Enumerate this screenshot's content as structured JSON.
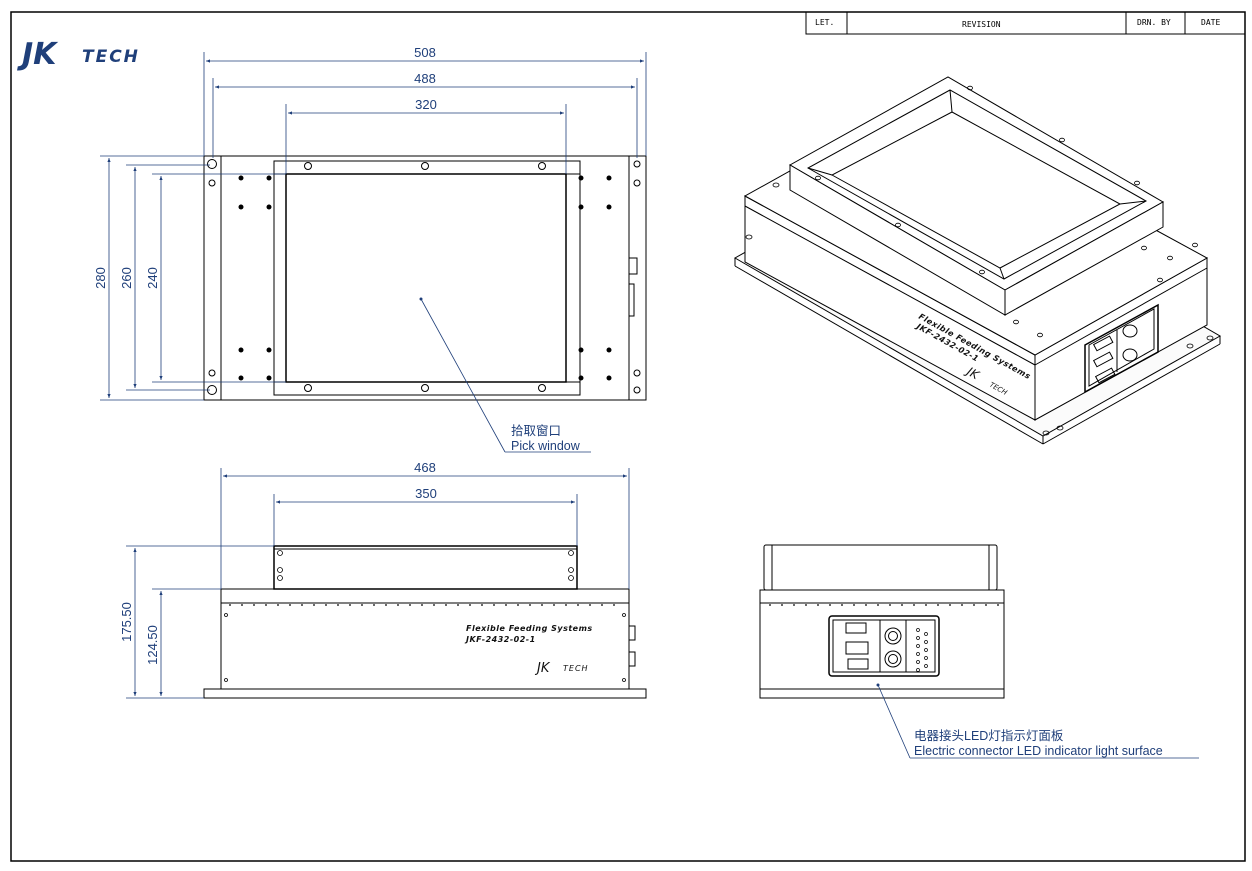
{
  "title_block": {
    "let_label": "LET.",
    "revision_label": "REVISION",
    "drn_by_label": "DRN. BY",
    "date_label": "DATE"
  },
  "logo": {
    "jk": "JK",
    "tech": "TECH"
  },
  "top_view": {
    "dim_width_outer": "508",
    "dim_width_holes": "488",
    "dim_width_window": "320",
    "dim_height_outer": "280",
    "dim_height_holes": "260",
    "dim_height_window": "240"
  },
  "pick_window": {
    "cn": "拾取窗口",
    "en": "Pick window"
  },
  "side_view": {
    "dim_length_body": "468",
    "dim_length_hopper": "350",
    "dim_height_total": "175.50",
    "dim_height_body": "124.50",
    "label_line1": "Flexible Feeding Systems",
    "label_line2": "JKF-2432-02-1"
  },
  "connector_callout": {
    "cn": "电器接头LED灯指示灯面板",
    "en": "Electric connector LED indicator light surface"
  },
  "colors": {
    "dimension": "#1f3f7a",
    "line": "#000000"
  }
}
